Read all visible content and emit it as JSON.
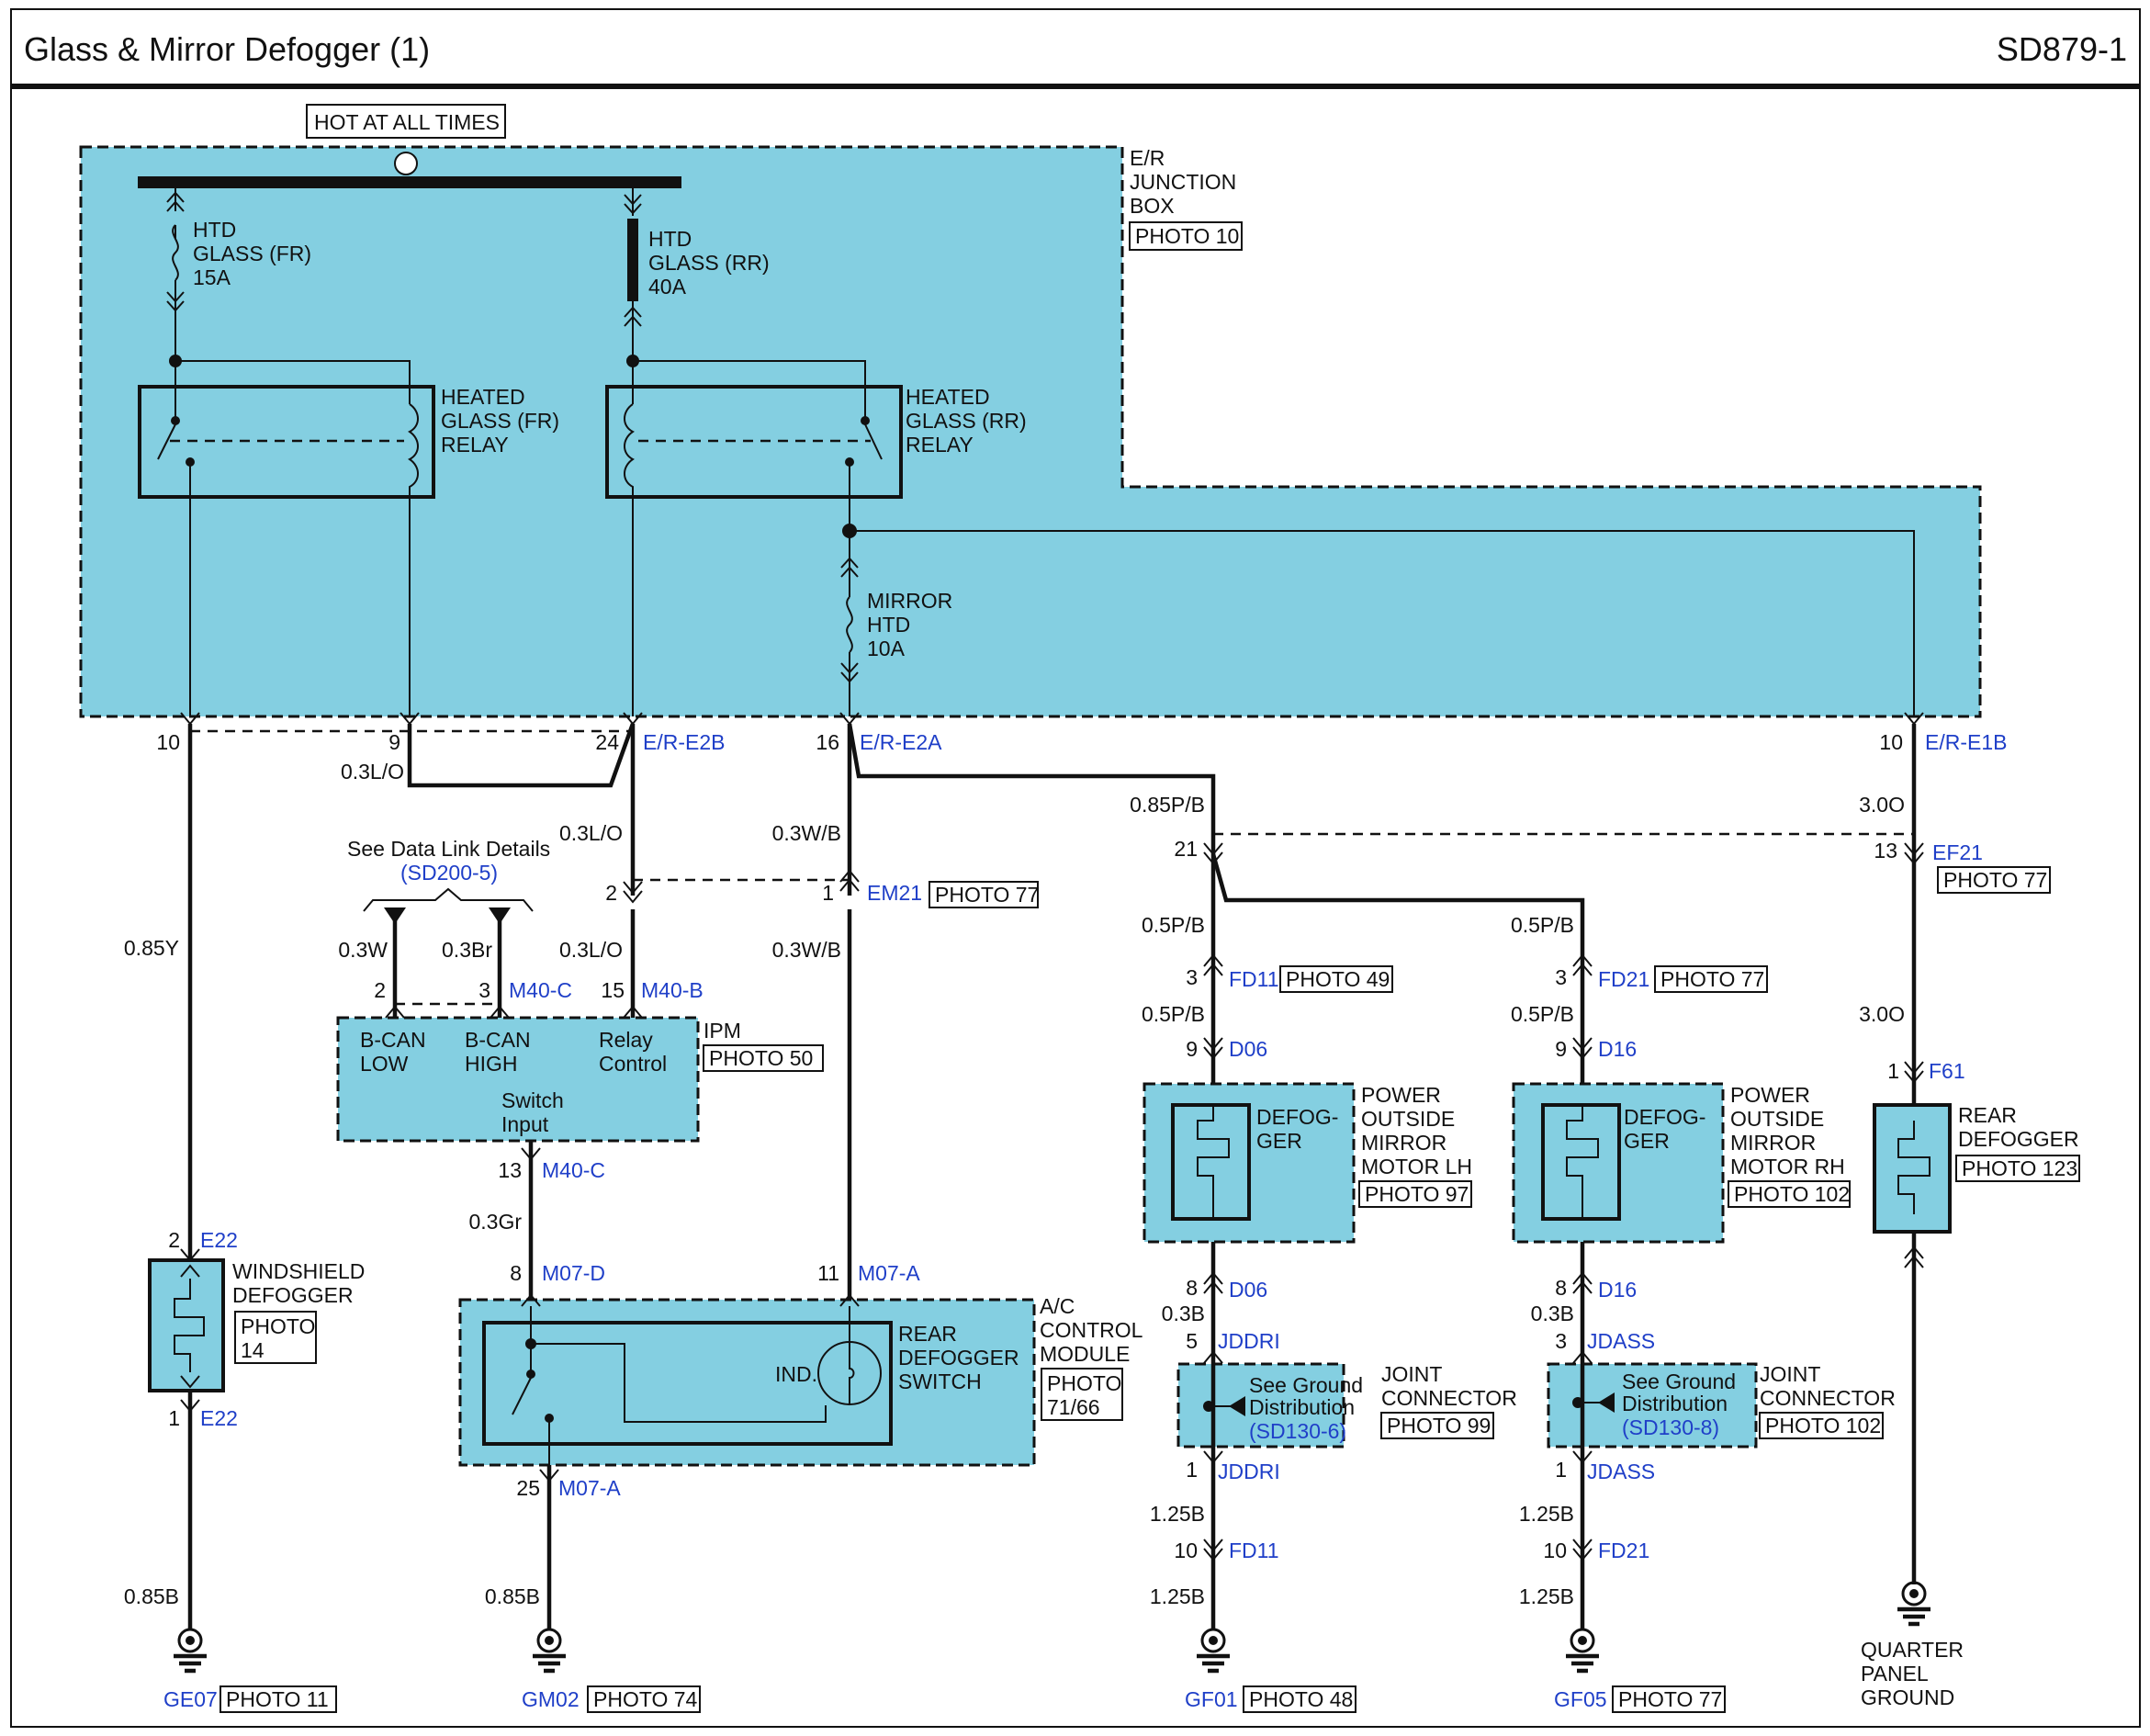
{
  "header": {
    "title": "Glass & Mirror Defogger (1)",
    "code": "SD879-1"
  },
  "power": {
    "hot_label": "HOT AT ALL TIMES",
    "junction_box": {
      "lines": [
        "E/R",
        "JUNCTION",
        "BOX"
      ],
      "photo": "PHOTO 10"
    },
    "fuses": [
      {
        "lines": [
          "HTD",
          "GLASS (FR)",
          "15A"
        ]
      },
      {
        "lines": [
          "HTD",
          "GLASS (RR)",
          "40A"
        ]
      },
      {
        "lines": [
          "MIRROR",
          "HTD",
          "10A"
        ]
      }
    ],
    "relays": [
      {
        "lines": [
          "HEATED",
          "GLASS (FR)",
          "RELAY"
        ]
      },
      {
        "lines": [
          "HEATED",
          "GLASS (RR)",
          "RELAY"
        ]
      }
    ]
  },
  "pins": {
    "jb_10": "10",
    "jb_9": "9",
    "jb_24": "24",
    "jb_16": "16",
    "jb_10b": "10",
    "er_e2b": "E/R-E2B",
    "er_e2a": "E/R-E2A",
    "er_e1b": "E/R-E1B",
    "em21_2": "2",
    "em21_1": "1",
    "em21": "EM21",
    "ef21_21": "21",
    "ef21_13": "13",
    "ef21": "EF21",
    "m40c_2": "2",
    "m40c_3": "3",
    "m40c": "M40-C",
    "m40b_15": "15",
    "m40b": "M40-B",
    "m40c_13": "13",
    "m40c_b": "M40-C",
    "m07d_8": "8",
    "m07d": "M07-D",
    "m07a_11": "11",
    "m07a": "M07-A",
    "m07a_25": "25",
    "m07a_b": "M07-A",
    "e22_2": "2",
    "e22_a": "E22",
    "e22_1": "1",
    "e22_b": "E22",
    "fd11_3": "3",
    "fd11": "FD11",
    "d06_9": "9",
    "d06": "D06",
    "d06_8": "8",
    "d06_b": "D06",
    "jddri_5": "5",
    "jddri": "JDDRI",
    "jddri_1": "1",
    "jddri_b": "JDDRI",
    "fd11_10": "10",
    "fd11_b": "FD11",
    "fd21_3": "3",
    "fd21": "FD21",
    "d16_9": "9",
    "d16": "D16",
    "d16_8": "8",
    "d16_b": "D16",
    "jdass_3": "3",
    "jdass": "JDASS",
    "jdass_1": "1",
    "jdass_b": "JDASS",
    "fd21_10": "10",
    "fd21_b": "FD21",
    "f61_1": "1",
    "f61": "F61"
  },
  "wires": {
    "w_085y": "0.85Y",
    "w_03lo_a": "0.3L/O",
    "w_03lo_b": "0.3L/O",
    "w_03lo_c": "0.3L/O",
    "w_03wb_a": "0.3W/B",
    "w_03wb_b": "0.3W/B",
    "w_085pb": "0.85P/B",
    "w_05pb_a": "0.5P/B",
    "w_05pb_b": "0.5P/B",
    "w_05pb_c": "0.5P/B",
    "w_05pb_d": "0.5P/B",
    "w_30o_a": "3.0O",
    "w_30o_b": "3.0O",
    "w_03w": "0.3W",
    "w_03br": "0.3Br",
    "w_03gr": "0.3Gr",
    "w_03b_a": "0.3B",
    "w_03b_b": "0.3B",
    "w_125b_a": "1.25B",
    "w_125b_b": "1.25B",
    "w_125b_c": "1.25B",
    "w_125b_d": "1.25B",
    "w_085b_a": "0.85B",
    "w_085b_b": "0.85B"
  },
  "photos": {
    "em21": "PHOTO 77",
    "ef21": "PHOTO 77",
    "fd11": "PHOTO 49",
    "fd21": "PHOTO 77"
  },
  "ipm": {
    "title": "IPM",
    "photo": "PHOTO 50",
    "datalink": "See Data Link Details",
    "datalink_ref": "(SD200-5)",
    "b_can_low": [
      "B-CAN",
      "LOW"
    ],
    "b_can_high": [
      "B-CAN",
      "HIGH"
    ],
    "relay_control": [
      "Relay",
      "Control"
    ],
    "switch_input": [
      "Switch",
      "Input"
    ]
  },
  "windshield": {
    "lines": [
      "WINDSHIELD",
      "DEFOGGER"
    ],
    "photo": [
      "PHOTO",
      "14"
    ]
  },
  "ac_module": {
    "lines": [
      "A/C",
      "CONTROL",
      "MODULE"
    ],
    "photo": [
      "PHOTO",
      "71/66"
    ],
    "switch_lines": [
      "REAR",
      "DEFOGGER",
      "SWITCH"
    ],
    "ind": "IND."
  },
  "mirror_lh": {
    "element": [
      "DEFOG-",
      "GER"
    ],
    "lines": [
      "POWER",
      "OUTSIDE",
      "MIRROR",
      "MOTOR LH"
    ],
    "photo": "PHOTO 97"
  },
  "mirror_rh": {
    "element": [
      "DEFOG-",
      "GER"
    ],
    "lines": [
      "POWER",
      "OUTSIDE",
      "MIRROR",
      "MOTOR RH"
    ],
    "photo": "PHOTO 102"
  },
  "rear_defogger": {
    "lines": [
      "REAR",
      "DEFOGGER"
    ],
    "photo": "PHOTO 123"
  },
  "joint_lh": {
    "see": [
      "See Ground",
      "Distribution"
    ],
    "ref": "(SD130-6)",
    "lines": [
      "JOINT",
      "CONNECTOR"
    ],
    "photo": "PHOTO 99"
  },
  "joint_rh": {
    "see": [
      "See Ground",
      "Distribution"
    ],
    "ref": "(SD130-8)",
    "lines": [
      "JOINT",
      "CONNECTOR"
    ],
    "photo": "PHOTO 102"
  },
  "grounds": {
    "ge07": "GE07",
    "ge07_photo": "PHOTO 11",
    "gm02": "GM02",
    "gm02_photo": "PHOTO 74",
    "gf01": "GF01",
    "gf01_photo": "PHOTO 48",
    "gf05": "GF05",
    "gf05_photo": "PHOTO 77",
    "quarter": [
      "QUARTER",
      "PANEL",
      "GROUND"
    ]
  },
  "colors": {
    "zone": "#84cfe1",
    "ref_blue": "#1f3fc8",
    "line": "#111111"
  }
}
